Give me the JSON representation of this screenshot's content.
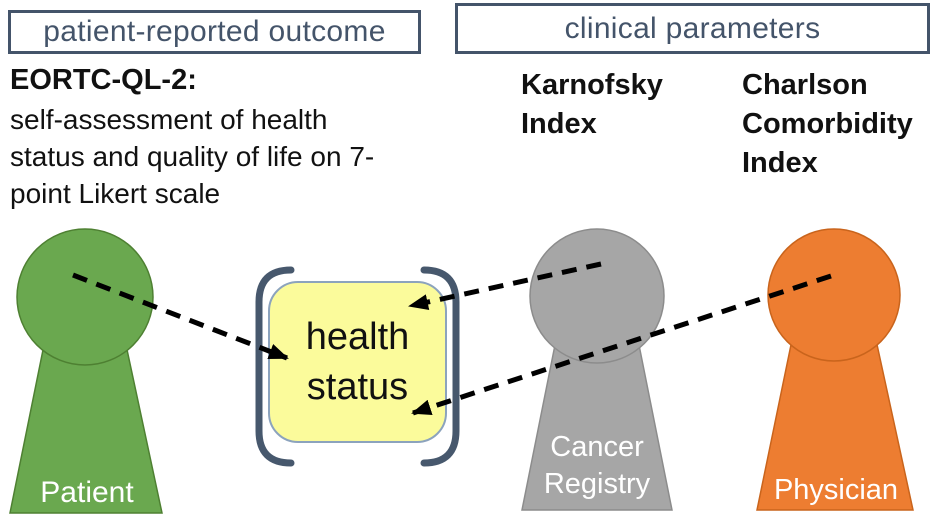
{
  "figure": {
    "headers": {
      "left": "patient-reported outcome",
      "right": "clinical parameters"
    },
    "patient_outcome": {
      "title": "EORTC-QL-2:",
      "description_lines": [
        "self-assessment of health",
        "status and quality of life on 7-",
        "point Likert scale"
      ]
    },
    "clinical_parameters": [
      {
        "name": "karnofsky-index",
        "lines": [
          "Karnofsky",
          "Index"
        ]
      },
      {
        "name": "charlson-comorbidity-index",
        "lines": [
          "Charlson",
          "Comorbidity",
          "Index"
        ]
      }
    ],
    "central_concept": {
      "lines": [
        "health",
        "status"
      ]
    },
    "actors": [
      {
        "name": "patient",
        "label_lines": [
          "Patient"
        ],
        "color": "#6aa84f"
      },
      {
        "name": "cancer-registry",
        "label_lines": [
          "Cancer",
          "Registry"
        ],
        "color": "#a6a6a6"
      },
      {
        "name": "physician",
        "label_lines": [
          "Physician"
        ],
        "color": "#ed7d31"
      }
    ],
    "arrows": [
      {
        "from": "patient",
        "to": "health-status"
      },
      {
        "from": "cancer-registry",
        "to": "health-status"
      },
      {
        "from": "physician",
        "to": "health-status"
      }
    ],
    "colors": {
      "accent_slate": "#44546a",
      "bracket": "#47586d",
      "health_box_fill": "#fbfb9b",
      "health_box_border": "#8ca3bd",
      "patient_green": "#6aa84f",
      "registry_gray": "#a6a6a6",
      "physician_orange": "#ed7d31",
      "arrow_black": "#000000",
      "pawn_label_text": "#ffffff"
    }
  }
}
